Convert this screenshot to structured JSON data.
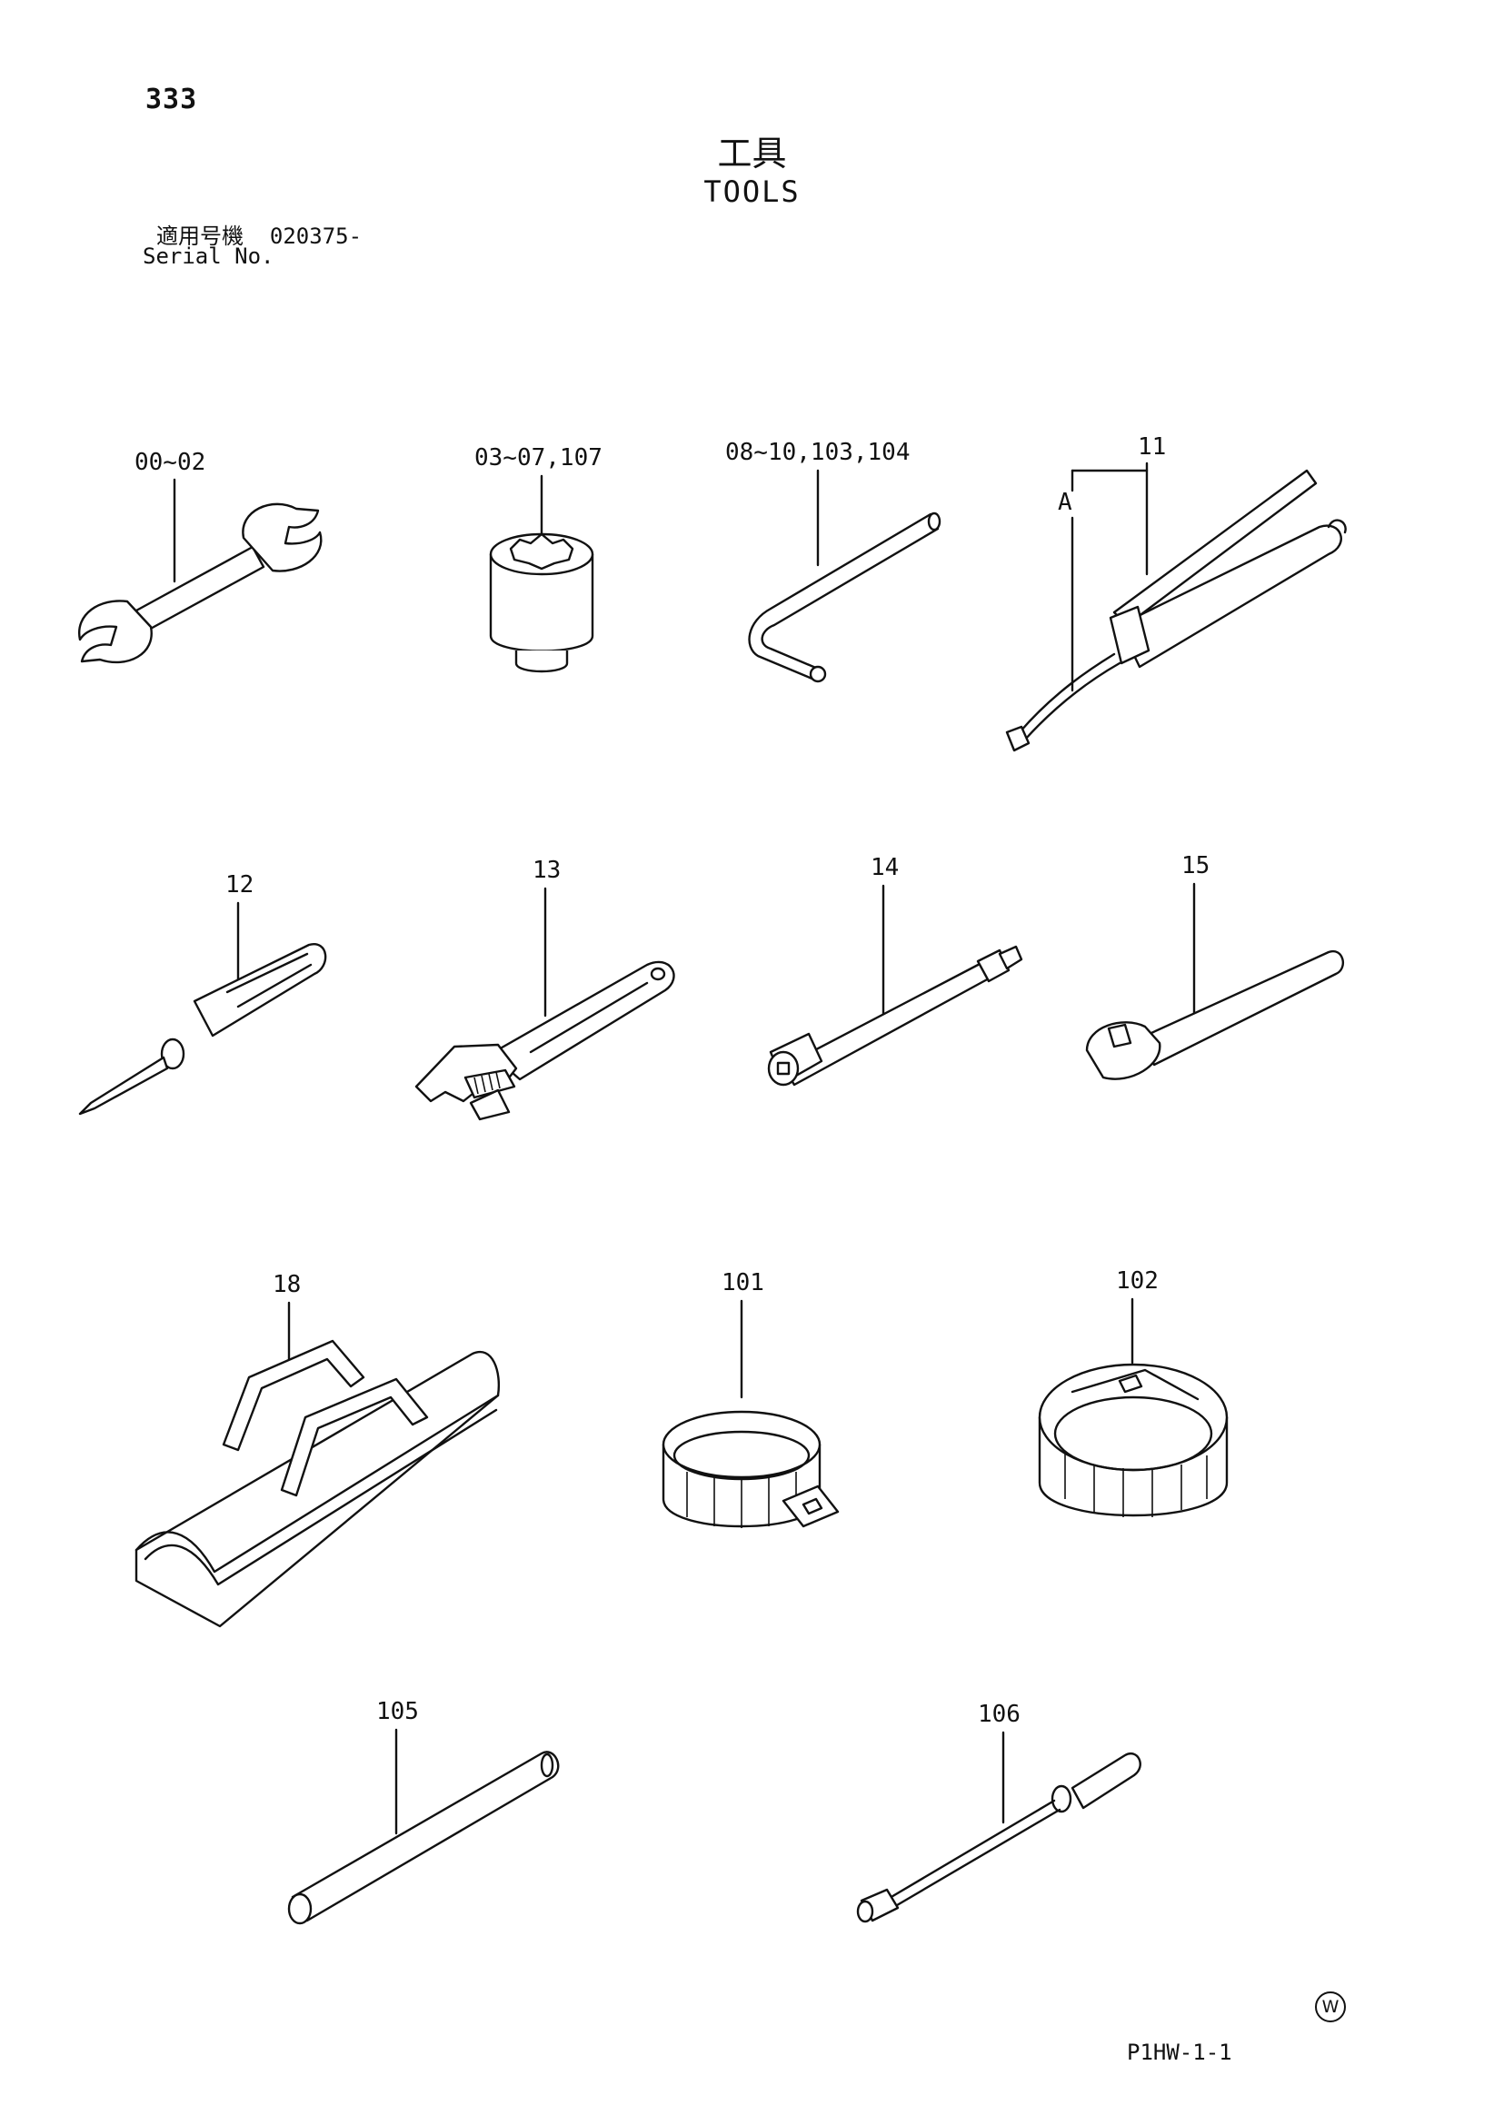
{
  "header": {
    "page_number": "333",
    "title_jp": "工具",
    "title_en": "TOOLS",
    "serial_label_jp": "適用号機",
    "serial_value": "020375-",
    "serial_label_en": "Serial No."
  },
  "callouts": {
    "wrench": "00~02",
    "socket": "03~07,107",
    "hex_key": "08~10,103,104",
    "grease_gun": "11",
    "grease_hose": "A",
    "screwdriver": "12",
    "adjustable_wrench": "13",
    "extension_bar": "14",
    "ratchet_handle": "15",
    "tool_bag": "18",
    "filter_wrench_band": "101",
    "filter_wrench_cup": "102",
    "bar": "105",
    "socket_driver": "106"
  },
  "footer": {
    "mark": "W",
    "page_code": "P1HW-1-1"
  }
}
